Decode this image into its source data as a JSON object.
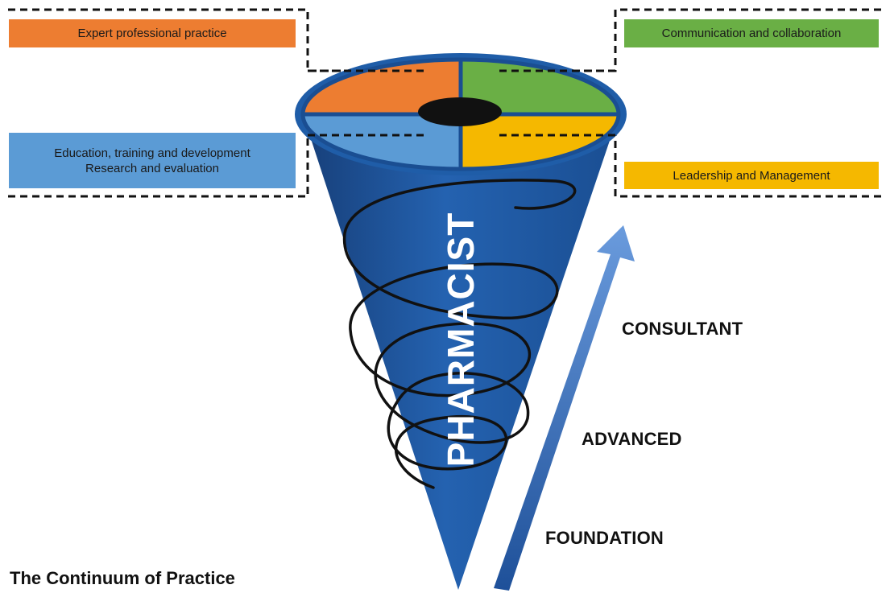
{
  "caption": "The Continuum of Practice",
  "center_label": "PHARMACIST",
  "domains": {
    "expert_practice": "Expert professional practice",
    "communication": "Communication and collaboration",
    "education_line1": "Education, training and development",
    "education_line2": "Research and evaluation",
    "leadership": "Leadership and Management"
  },
  "stages": [
    "CONSULTANT",
    "ADVANCED",
    "FOUNDATION"
  ],
  "colors": {
    "orange": "#ED7D31",
    "green": "#6AAF45",
    "light_blue": "#5B9BD5",
    "yellow": "#F5B800",
    "cone_blue": "#1F5DA8",
    "cone_dark": "#173F79",
    "arrow_blue": "#4A7FC8"
  }
}
